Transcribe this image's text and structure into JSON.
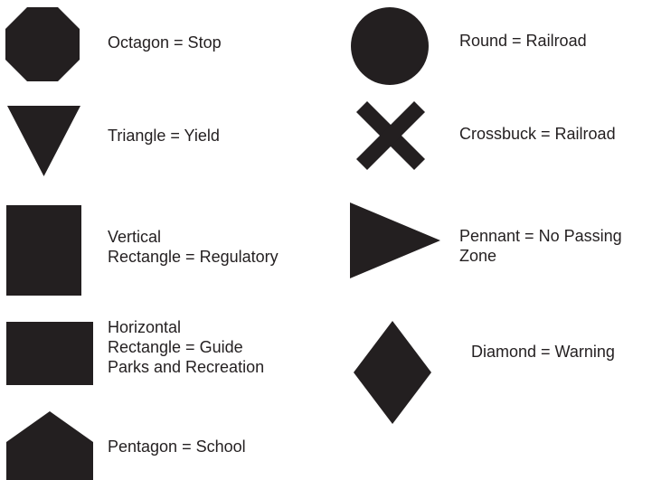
{
  "colors": {
    "shape_fill": "#231f20",
    "text": "#231f20",
    "background": "#ffffff"
  },
  "signs": {
    "octagon": {
      "shape": "octagon",
      "lines": [
        "Octagon = Stop"
      ]
    },
    "triangle": {
      "shape": "inverted-triangle",
      "lines": [
        "Triangle = Yield"
      ]
    },
    "vertical_rectangle": {
      "shape": "vertical-rectangle",
      "lines": [
        "Vertical",
        "Rectangle = Regulatory"
      ]
    },
    "horizontal_rectangle": {
      "shape": "horizontal-rectangle",
      "lines": [
        "Horizontal",
        "Rectangle = Guide",
        "Parks and Recreation"
      ]
    },
    "pentagon": {
      "shape": "pentagon",
      "lines": [
        "Pentagon = School"
      ]
    },
    "round": {
      "shape": "circle",
      "lines": [
        "Round = Railroad"
      ]
    },
    "crossbuck": {
      "shape": "crossbuck",
      "lines": [
        "Crossbuck = Railroad"
      ]
    },
    "pennant": {
      "shape": "pennant",
      "lines": [
        "Pennant = No Passing",
        "Zone"
      ]
    },
    "diamond": {
      "shape": "diamond",
      "lines": [
        "Diamond = Warning"
      ]
    }
  }
}
